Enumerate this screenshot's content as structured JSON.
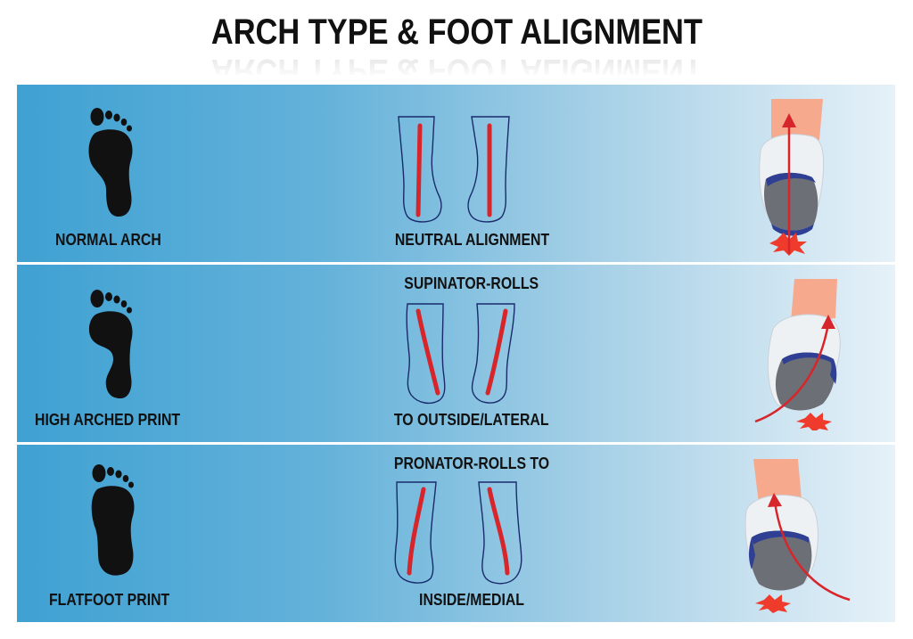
{
  "title": "ARCH TYPE & FOOT ALIGNMENT",
  "colors": {
    "panel_left": "#3fa1d2",
    "panel_right": "#e6f1f8",
    "alignment_line": "#d7262b",
    "footprint": "#111111",
    "skin": "#f6a98c",
    "shoe_sole": "#2e3f94",
    "shoe_body": "#eef1f4",
    "impact": "#ef3b2c"
  },
  "rows": [
    {
      "arch_label": "NORMAL ARCH",
      "alignment_top": "",
      "alignment_bottom": "NEUTRAL ALIGNMENT",
      "footprint_icon": "normal-arch-footprint-icon",
      "heel_icon": "neutral-heel-icon",
      "shoe_icon": "neutral-running-shoe-icon"
    },
    {
      "arch_label": "HIGH ARCHED PRINT",
      "alignment_top": "SUPINATOR-ROLLS",
      "alignment_bottom": "TO OUTSIDE/LATERAL",
      "footprint_icon": "high-arch-footprint-icon",
      "heel_icon": "supinated-heel-icon",
      "shoe_icon": "supinated-running-shoe-icon"
    },
    {
      "arch_label": "FLATFOOT PRINT",
      "alignment_top": "PRONATOR-ROLLS TO",
      "alignment_bottom": "INSIDE/MEDIAL",
      "footprint_icon": "flat-foot-footprint-icon",
      "heel_icon": "pronated-heel-icon",
      "shoe_icon": "pronated-running-shoe-icon"
    }
  ]
}
